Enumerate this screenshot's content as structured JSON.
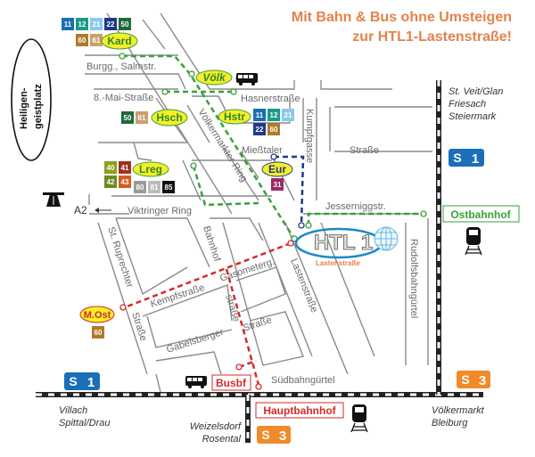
{
  "title": {
    "line1": "Mit Bahn & Bus ohne Umsteigen",
    "line2": "zur HTL1-Lastenstraße!"
  },
  "colors": {
    "title": "#e4824a",
    "green_route": "#3aa03a",
    "red_route": "#d42a2a",
    "blue_route": "#1e3a8a",
    "s1": "#1a6fb8",
    "s3": "#f08a2a",
    "stop_fill": "#f6ee2a"
  },
  "streets": {
    "burgg": "Burgg., Salmstr.",
    "mai": "8.-Mai-Straße",
    "hasner": "Hasnerstraße",
    "voelkermarkter_ring": "Völkermarkter Ring",
    "kumpfgasse": "Kumpfgasse",
    "miesstaler": "Mießtaler",
    "strasse1": "Straße",
    "jesserniggstr": "Jesserniggstr.",
    "viktringer_ring": "Viktringer Ring",
    "a2": "A2",
    "st_ruprechter": "St. Ruprechter",
    "strasse2": "Straße",
    "bahnhof": "Bahnhof",
    "strasse3": "straße",
    "gasometerg": "Gasometerg.",
    "kempfstrasse": "Kempfstraße",
    "lastenstrasse": "Lastenstraße",
    "strasse4": "Straße",
    "gabelsberger": "Gabelsberger",
    "suedbahnguertel": "Südbahngürtel",
    "rudolfsbahnguertel": "Rudolfsbahngürtel",
    "heiligengeistplatz": [
      "Heiligen-",
      "geistplatz"
    ]
  },
  "stops": {
    "kard": {
      "label": "Kard",
      "lines": [
        "11",
        "12",
        "21",
        "22",
        "50",
        "60",
        "61"
      ]
    },
    "voelk": {
      "label": "Völk"
    },
    "hsch": {
      "label": "Hsch",
      "lines": [
        "50",
        "61"
      ]
    },
    "hstr": {
      "label": "Hstr",
      "lines": [
        "11",
        "12",
        "21",
        "22",
        "60"
      ]
    },
    "lreg": {
      "label": "Lreg",
      "lines": [
        "40",
        "41",
        "42",
        "43",
        "80",
        "81",
        "85"
      ]
    },
    "eur": {
      "label": "Eur",
      "lines": [
        "31"
      ]
    },
    "most": {
      "label": "M.Ost",
      "lines": [
        "60"
      ]
    },
    "busbf": {
      "label": "Busbf"
    },
    "hauptbahnhof": {
      "label": "Hauptbahnhof"
    },
    "ostbahnhof": {
      "label": "Ostbahnhof"
    }
  },
  "line_colors": {
    "11": "#1a6fb0",
    "12": "#1a9a8a",
    "21": "#8cc8ea",
    "22": "#1e3a8a",
    "50": "#1d6b3a",
    "60": "#b07a2a",
    "61": "#c8a070",
    "40": "#8aa020",
    "41": "#a03020",
    "42": "#6a8a20",
    "43": "#d06020",
    "80": "#999999",
    "81": "#bbbbbb",
    "85": "#111111",
    "31": "#9a2a6a"
  },
  "sbahn": {
    "s1": "1",
    "s3": "3"
  },
  "destinations": {
    "st_veit": [
      "St. Veit/Glan",
      "Friesach",
      "Steiermark"
    ],
    "villach": [
      "Villach",
      "Spittal/Drau"
    ],
    "weizelsdorf": [
      "Weizelsdorf",
      "Rosental"
    ],
    "voelkermarkt": [
      "Völkermarkt",
      "Bleiburg"
    ]
  },
  "school": {
    "name": "HTL 1",
    "sub": "Lastenstraße"
  }
}
